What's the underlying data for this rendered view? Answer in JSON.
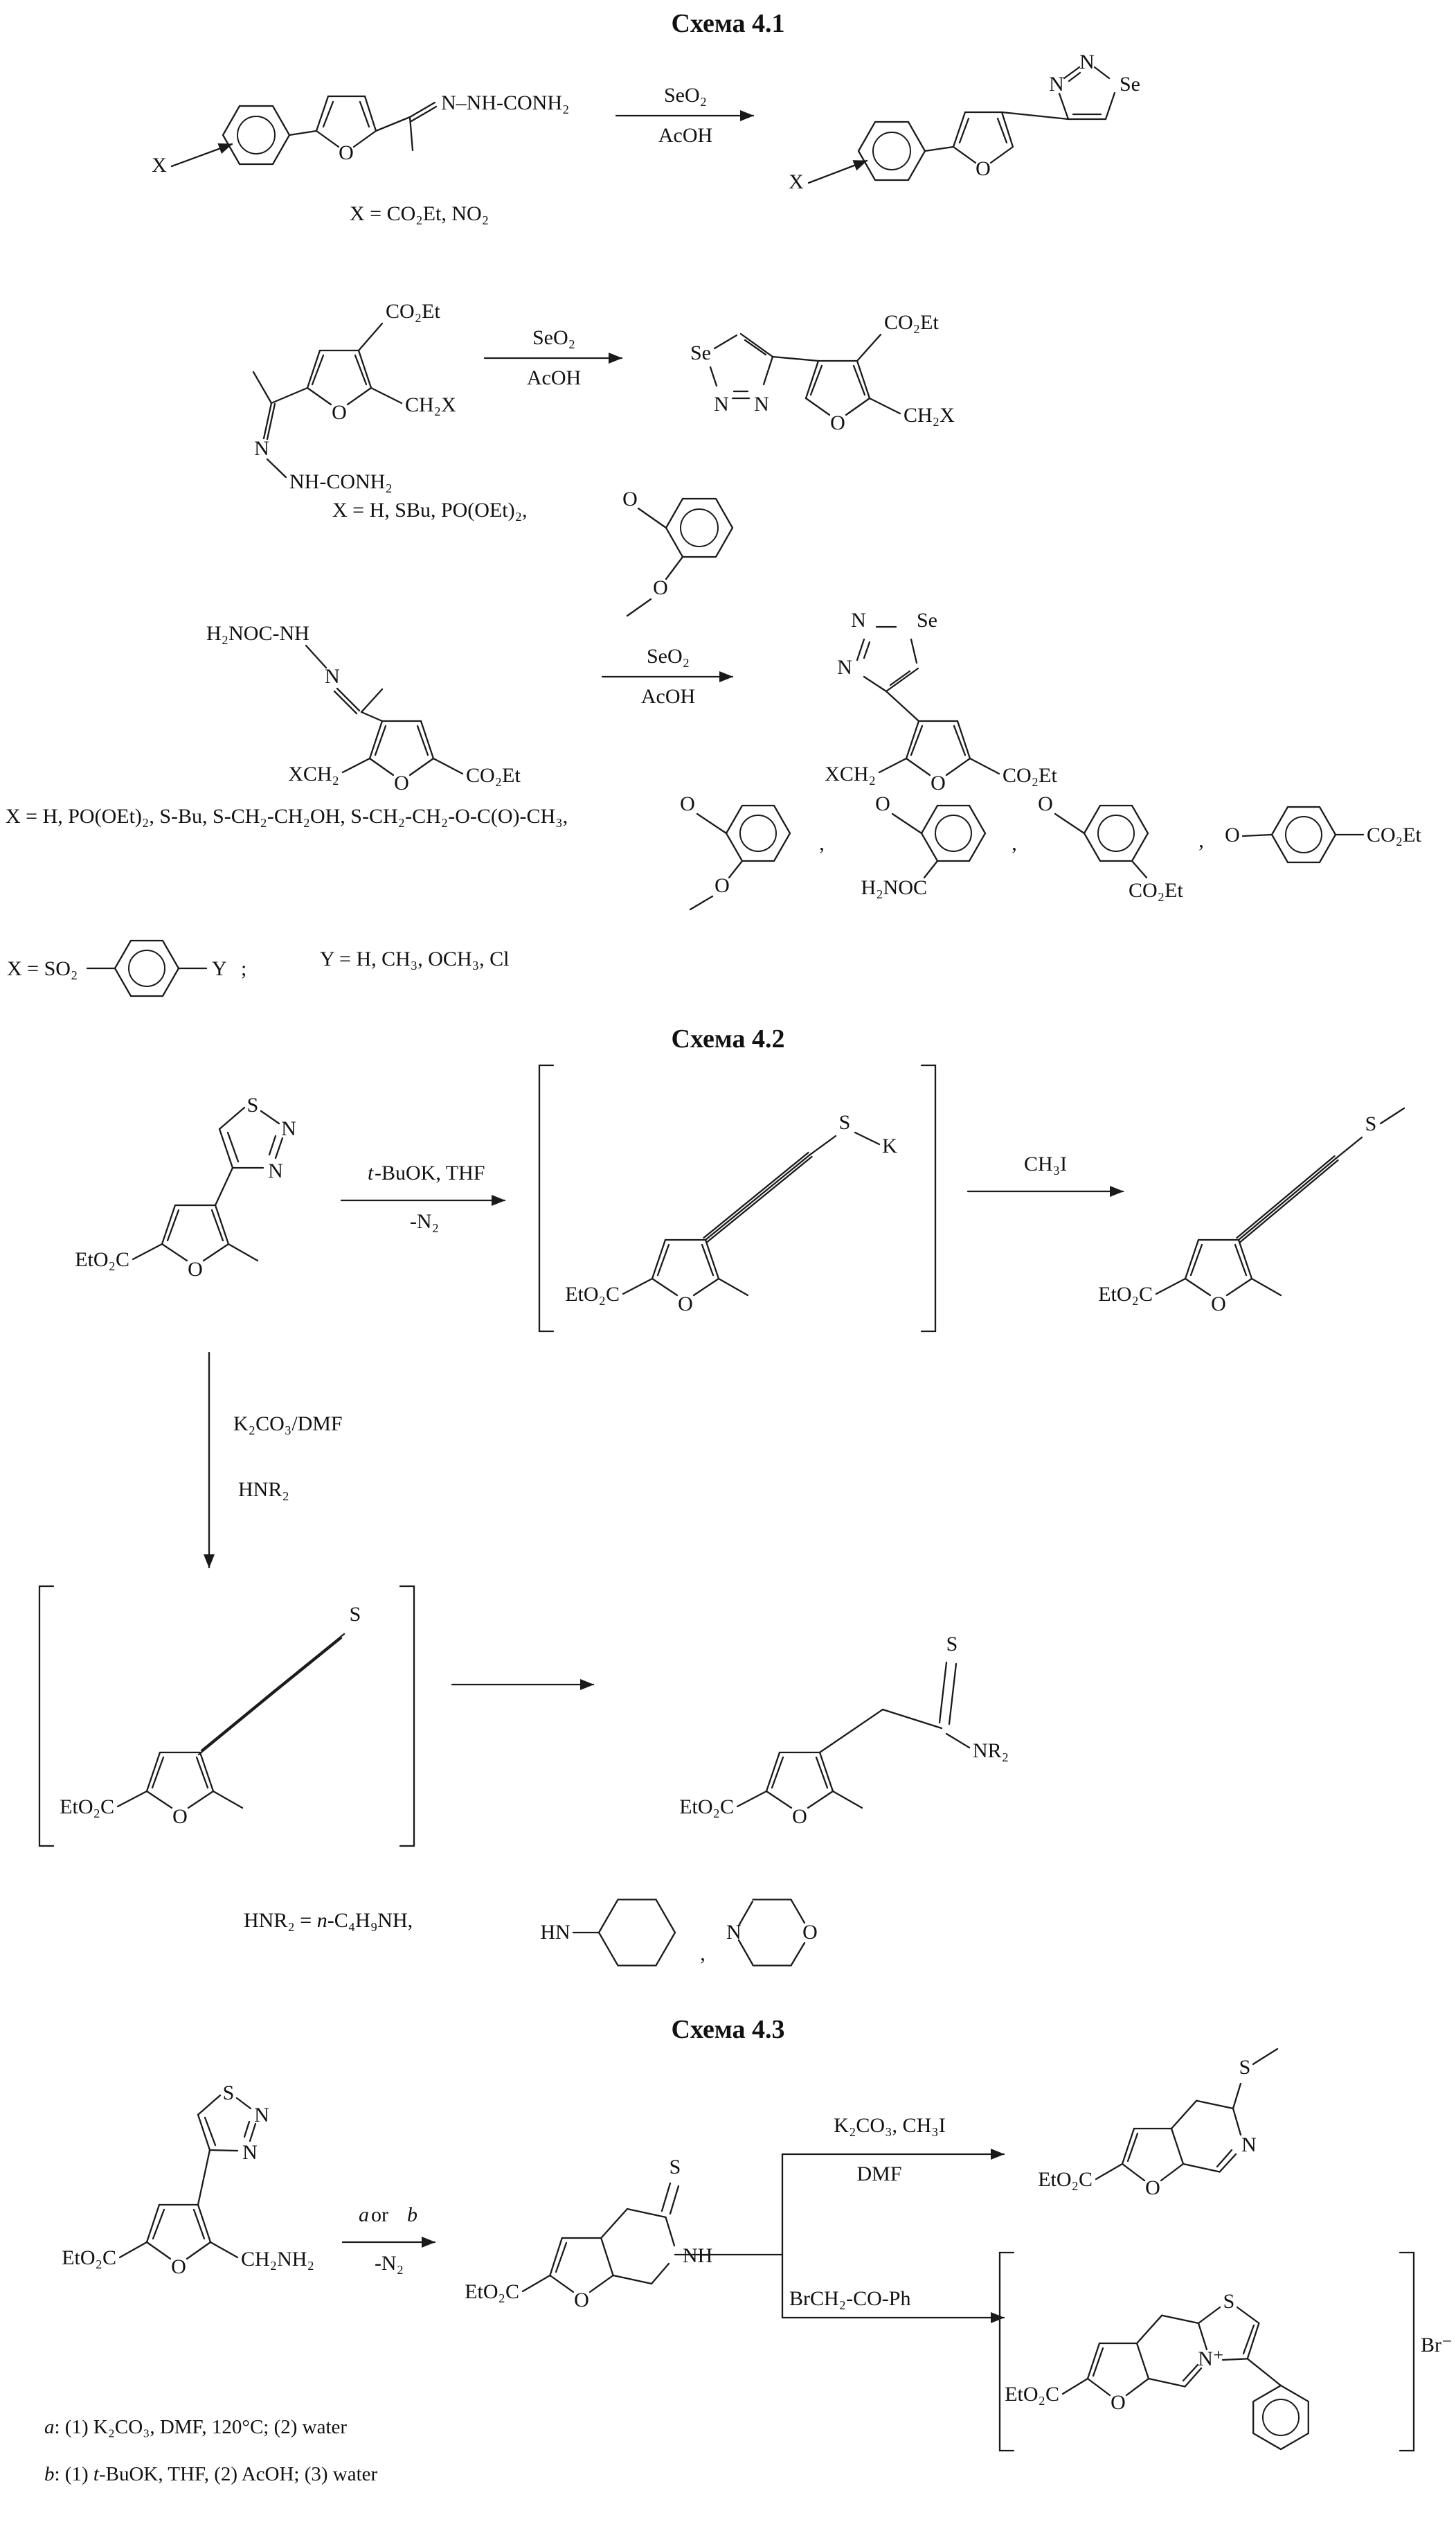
{
  "titles": {
    "s1": "Схема 4.1",
    "s2": "Схема 4.2",
    "s3": "Схема 4.3"
  },
  "atoms": {
    "o": "O",
    "n": "N",
    "s": "S",
    "se": "Se",
    "k": "K",
    "x": "X",
    "y": "Y",
    "nh": "NH",
    "hn": "HN",
    "n_plus": "N⁺",
    "br_minus": "Br⁻"
  },
  "groups": {
    "co2et": "CO₂Et",
    "eto2c": "EtO₂C",
    "ch2x": "CH₂X",
    "xch2": "XCH₂",
    "ch2nh2": "CH₂NH₂",
    "nr2": "NR₂",
    "nh_conh2": "NH-CONH₂",
    "n_nhconh2": "N–NH-CONH₂",
    "h2noc_nh": "H₂NOC-NH",
    "h2noc": "H₂NOC"
  },
  "reagents": {
    "seo2": "SeO₂",
    "acoh": "AcOH",
    "t": "t",
    "buok_thf": "-BuOK, THF",
    "minus_n2": "-N₂",
    "ch3i": "CH₃I",
    "k2co3_dmf": "K₂CO₃/DMF",
    "hnr2": "HNR₂",
    "k2co3_ch3i": "K₂CO₃, CH₃I",
    "dmf": "DMF",
    "brch2_co_ph": "BrCH₂-CO-Ph",
    "a": "a",
    "or": "or",
    "b": "b"
  },
  "notes": {
    "x1": "X = CO₂Et, NO₂",
    "x2": "X = H, SBu, PO(OEt)₂,",
    "x3": "X = H, PO(OEt)₂, S-Bu, S-CH₂-CH₂OH, S-CH₂-CH₂-O-C(O)-CH₃,",
    "x_so2": "X = SO₂",
    "semicolon": ";",
    "y_eq": "Y = H, CH₃, OCH₃, Cl",
    "comma": ",",
    "amines_prefix": "HNR₂ = ",
    "amines_n": "n",
    "amines_rest": "-C₄H₉NH,",
    "fn_a_label": "a",
    "fn_a_text": ": (1) K₂CO₃, DMF, 120°C; (2) water",
    "fn_b_label": "b",
    "fn_b_pre": ": (1) ",
    "fn_b_t": "t",
    "fn_b_text": "-BuOK, THF,  (2) AcOH; (3) water"
  }
}
